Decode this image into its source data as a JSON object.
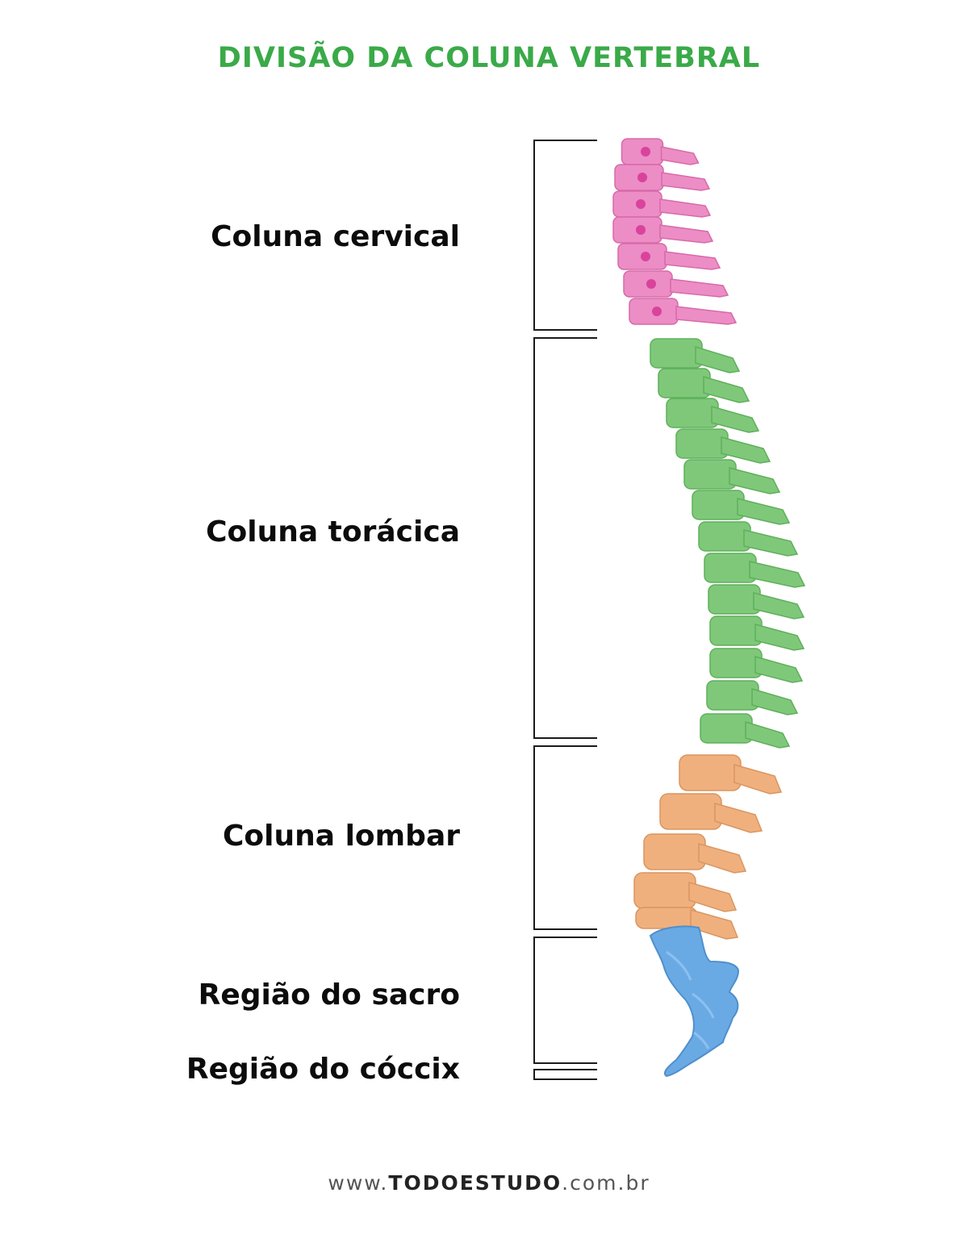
{
  "title": "DIVISÃO DA COLUNA VERTEBRAL",
  "regions": [
    {
      "label": "Coluna cervical",
      "color": "#ec8dc6"
    },
    {
      "label": "Coluna torácica",
      "color": "#7fc87a"
    },
    {
      "label": "Coluna lombar",
      "color": "#f0b07e"
    },
    {
      "label": "Região do sacro",
      "color": "#6aaae4"
    },
    {
      "label": "Região do cóccix",
      "color": "#6aaae4"
    }
  ],
  "footer": {
    "prefix": "www.",
    "brand": "TODOESTUDO",
    "suffix": ".com.br"
  },
  "colors": {
    "title": "#3aaa48",
    "bracket": "#1a1a1a"
  }
}
